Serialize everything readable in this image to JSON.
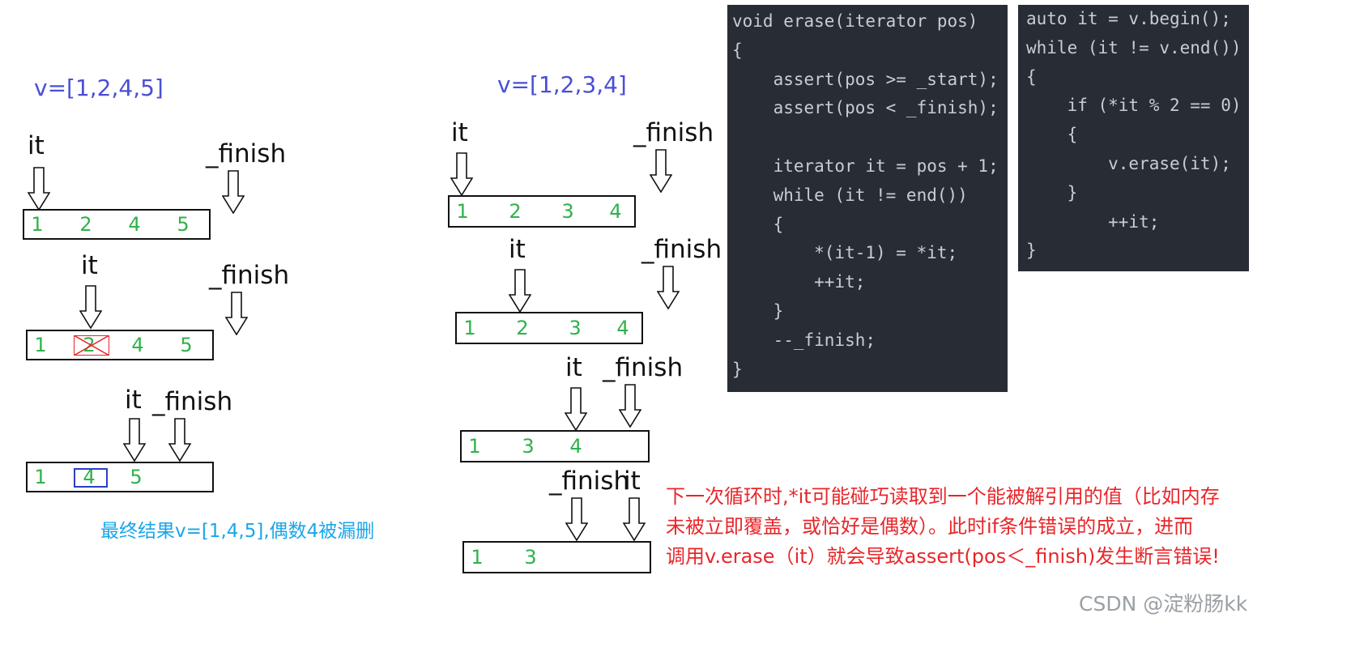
{
  "left": {
    "vector_label": "v=[1,2,4,5]",
    "rows": [
      {
        "it": "it",
        "finish": "_finish",
        "cells": [
          "1",
          "2",
          "4",
          "5"
        ]
      },
      {
        "it": "it",
        "finish": "_finish",
        "cells": [
          "1",
          "2",
          "4",
          "5"
        ]
      },
      {
        "it": "it",
        "finish": "_finish",
        "cells": [
          "1",
          "4",
          "5"
        ]
      }
    ],
    "result": "最终结果v=[1,4,5],偶数4被漏删"
  },
  "right": {
    "vector_label": "v=[1,2,3,4]",
    "rows": [
      {
        "it": "it",
        "finish": "_finish",
        "cells": [
          "1",
          "2",
          "3",
          "4"
        ]
      },
      {
        "it": "it",
        "finish": "_finish",
        "cells": [
          "1",
          "2",
          "3",
          "4"
        ]
      },
      {
        "it": "it",
        "finish": "_finish",
        "cells": [
          "1",
          "3",
          "4"
        ]
      },
      {
        "it": "it",
        "finish": "_finish",
        "cells": [
          "1",
          "3"
        ]
      }
    ],
    "note": [
      "下一次循环时,*it可能碰巧读取到一个能被解引用的值（比如内存",
      "未被立即覆盖，或恰好是偶数）。此时if条件错误的成立，进而",
      "调用v.erase（it）就会导致assert(pos＜_finish)发生断言错误!"
    ]
  },
  "code_erase": [
    "void erase(iterator pos)",
    "{",
    "    assert(pos >= _start);",
    "    assert(pos < _finish);",
    "",
    "    iterator it = pos + 1;",
    "    while (it != end())",
    "    {",
    "        *(it-1) = *it;",
    "        ++it;",
    "    }",
    "    --_finish;",
    "}"
  ],
  "code_loop": [
    "auto it = v.begin();",
    "while (it != v.end())",
    "{",
    "    if (*it % 2 == 0)",
    "    {",
    "        v.erase(it);",
    "    }",
    "        ++it;",
    "}"
  ],
  "watermark": "CSDN @淀粉肠kk",
  "colors": {
    "vector": "#4a4fd6",
    "cells": "#2fb24a",
    "note": "#e8262a",
    "result": "#1aa6e8",
    "code_bg": "#282c34"
  }
}
